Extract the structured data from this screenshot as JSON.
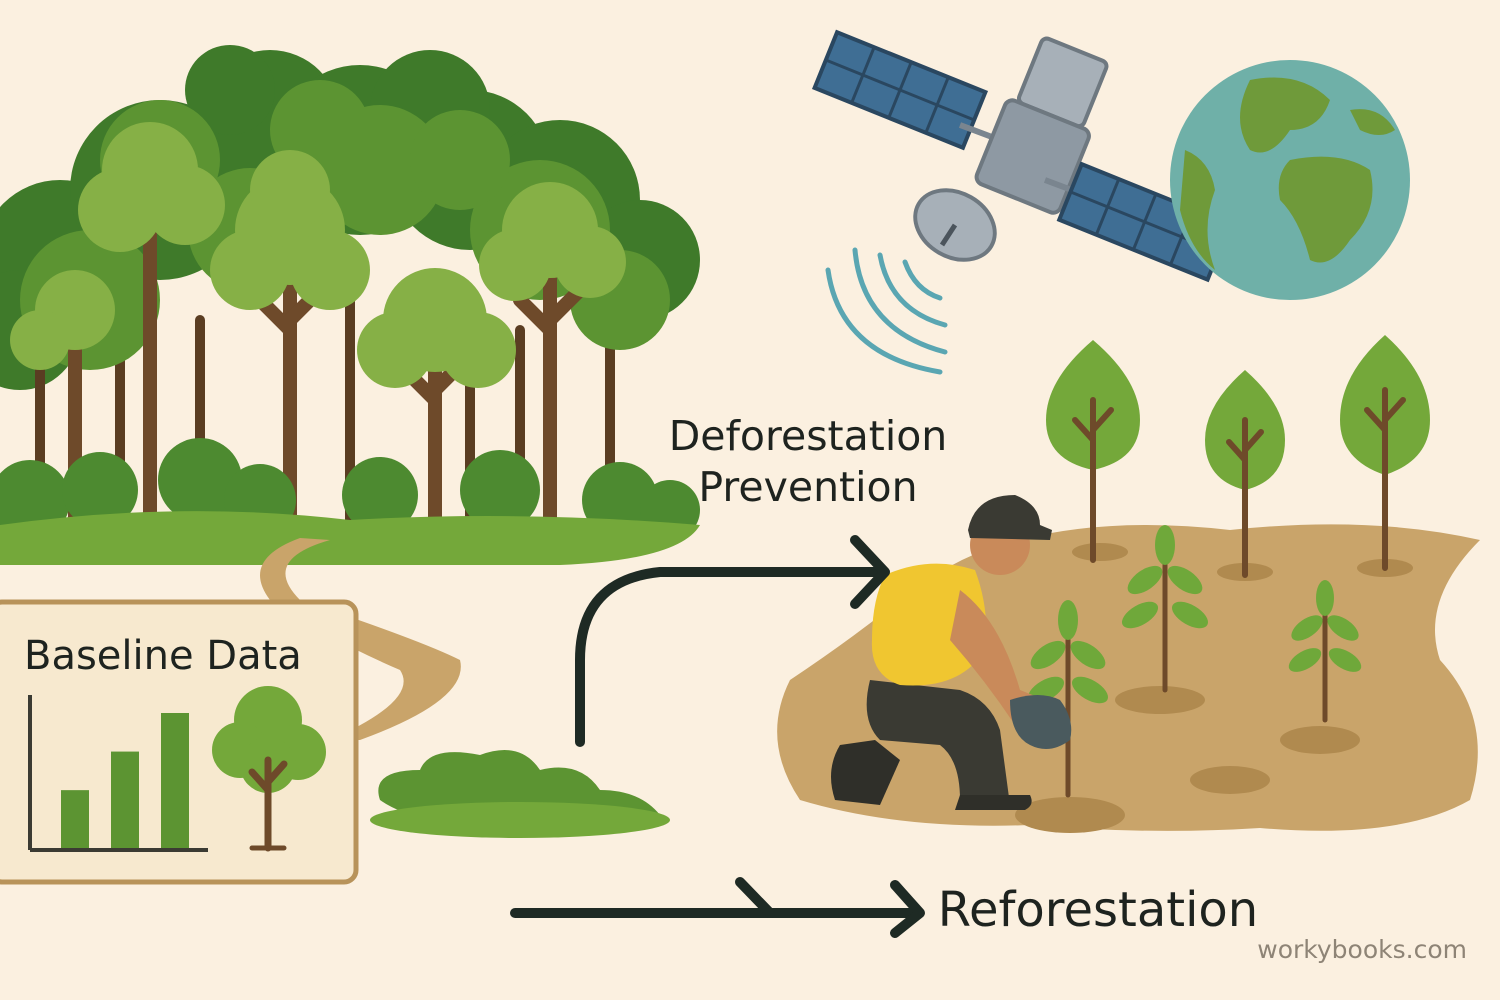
{
  "labels": {
    "baseline": "Baseline Data",
    "deforestation_line1": "Deforestation",
    "deforestation_line2": "Prevention",
    "reforestation": "Reforestation",
    "watermark": "workybooks.com"
  },
  "colors": {
    "background": "#fbf0e0",
    "forest_dark": "#3f7a2a",
    "forest_mid": "#5c9432",
    "forest_light": "#86b046",
    "trunk": "#6e4a2a",
    "soil": "#c9a46a",
    "box_border": "#b8935a",
    "arrow": "#1e2a24",
    "shirt": "#f0c630",
    "earth_ocean": "#6fb0a8",
    "earth_land": "#6f9a3a",
    "solar_panel": "#3f6e94",
    "satellite_body": "#8e99a3",
    "signal": "#5aa6b2"
  },
  "icons": {
    "forest": "forest-illustration",
    "satellite": "satellite-icon",
    "earth": "earth-globe-icon",
    "planter": "person-planting-tree",
    "bar_chart": "bar-chart-icon",
    "tree": "tree-icon",
    "seedlings": "seedling-icon"
  },
  "baseline_chart": {
    "type": "bar",
    "values": [
      3,
      5,
      7
    ]
  }
}
